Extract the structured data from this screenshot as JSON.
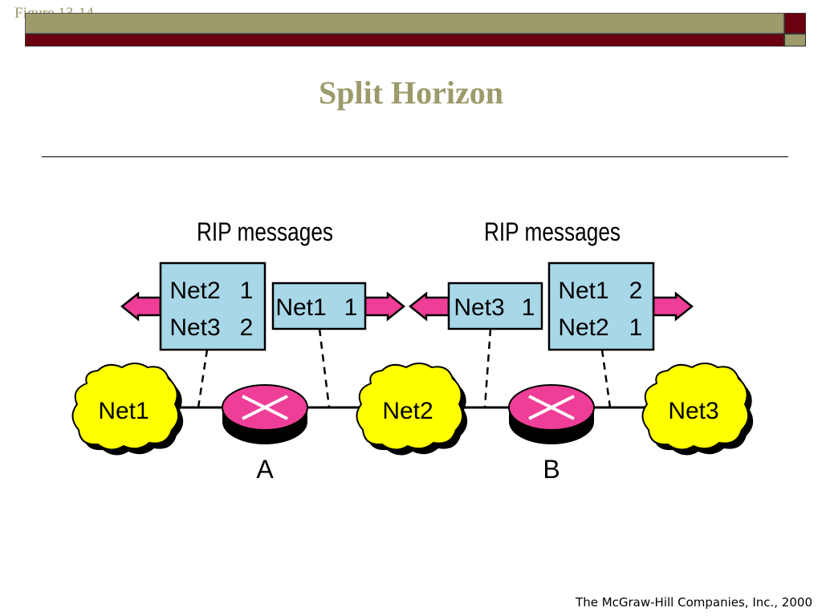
{
  "slide": {
    "figure_label": "Figure 13-14",
    "title": "Split Horizon",
    "footer": "The McGraw-Hill Companies, Inc., 2000"
  },
  "diagram": {
    "rip_label_left": "RIP messages",
    "rip_label_right": "RIP messages",
    "msg_a_left": [
      {
        "net": "Net2",
        "hops": "1"
      },
      {
        "net": "Net3",
        "hops": "2"
      }
    ],
    "msg_a_right": [
      {
        "net": "Net1",
        "hops": "1"
      }
    ],
    "msg_b_left": [
      {
        "net": "Net3",
        "hops": "1"
      }
    ],
    "msg_b_right": [
      {
        "net": "Net1",
        "hops": "2"
      },
      {
        "net": "Net2",
        "hops": "1"
      }
    ],
    "clouds": [
      "Net1",
      "Net2",
      "Net3"
    ],
    "routers": [
      "A",
      "B"
    ],
    "colors": {
      "cloud_fill": "#ffff00",
      "router_fill": "#ee3e97",
      "box_fill": "#a8d7e8",
      "arrow_fill": "#ee3e97",
      "accent_olive": "#9d9a6b",
      "accent_red": "#6b0010"
    }
  }
}
